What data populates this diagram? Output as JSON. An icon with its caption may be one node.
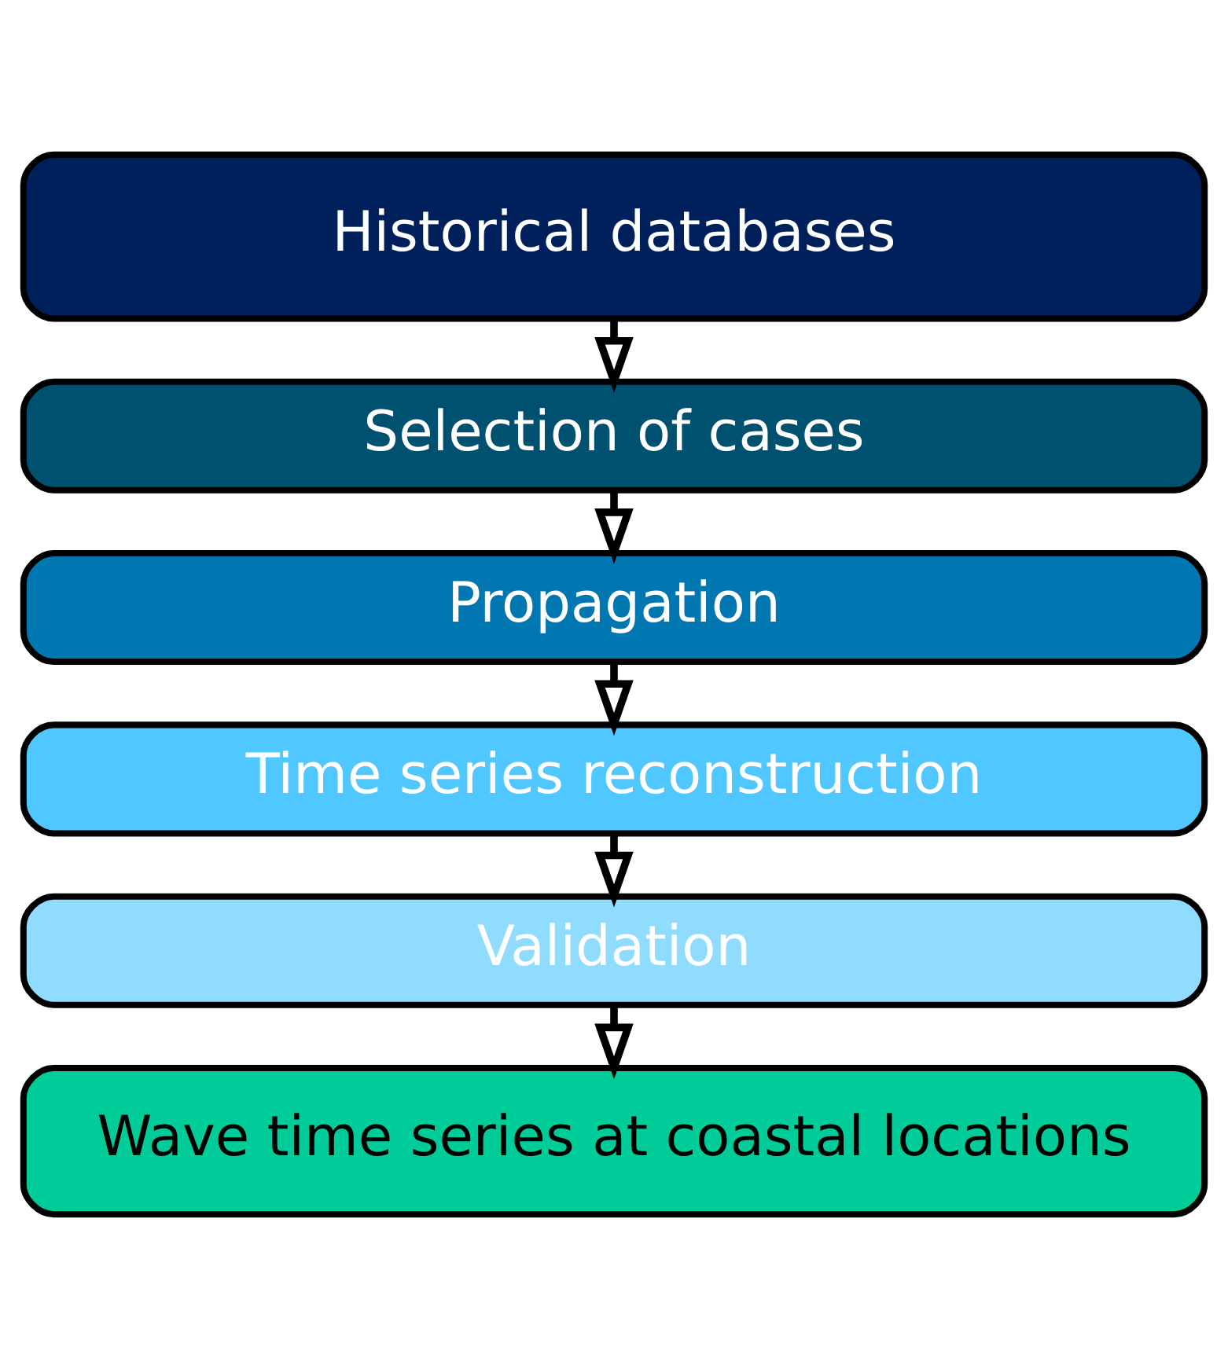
{
  "diagram": {
    "nodes": [
      {
        "text": [
          "Historical databases"
        ]
      },
      {
        "text": [
          "Selection of cases"
        ]
      },
      {
        "text": [
          "Propagation"
        ]
      },
      {
        "text": [
          "Time series reconstruction"
        ]
      },
      {
        "text": [
          "Validation"
        ]
      },
      {
        "text": [
          "Wave time series at coastal locations"
        ]
      }
    ],
    "edges": [
      {
        "from": 0,
        "to": 1,
        "arrow": "to"
      },
      {
        "from": 1,
        "to": 2,
        "arrow": "to"
      },
      {
        "from": 2,
        "to": 3,
        "arrow": "to"
      },
      {
        "from": 3,
        "to": 4,
        "arrow": "to"
      },
      {
        "from": 4,
        "to": 5,
        "arrow": "to"
      }
    ]
  }
}
